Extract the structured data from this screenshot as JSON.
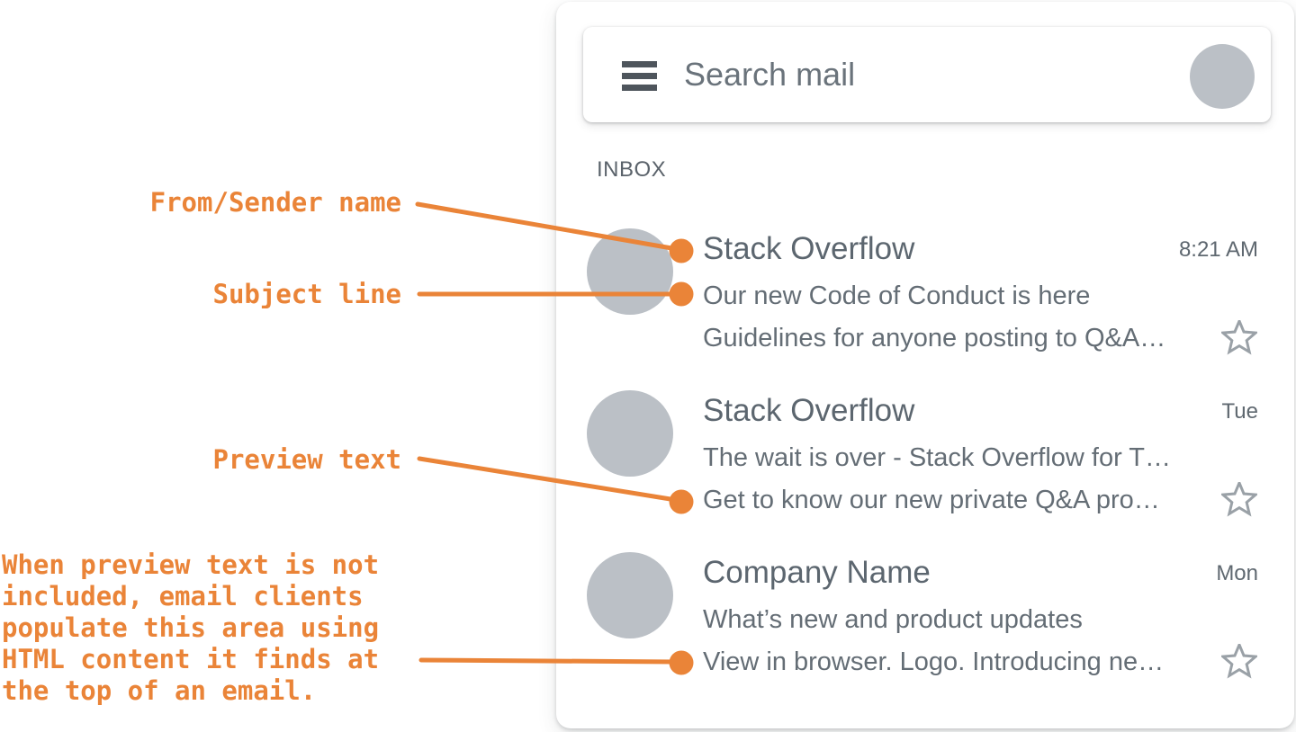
{
  "colors": {
    "accent_orange": "#EA8438",
    "avatar_gray": "#BBC0C6",
    "primary_text_gray": "#5C666F",
    "secondary_text_gray": "#646D75",
    "star_gray": "#9AA1A7"
  },
  "header": {
    "menu_icon": "hamburger-icon",
    "search_placeholder": "Search mail",
    "avatar_icon": "account-avatar"
  },
  "inbox": {
    "section_label": "INBOX",
    "emails": [
      {
        "sender": "Stack Overflow",
        "time": "8:21 AM",
        "subject": "Our new Code of Conduct is here",
        "preview": "Guidelines for anyone posting to Q&A…"
      },
      {
        "sender": "Stack Overflow",
        "time": "Tue",
        "subject": "The wait is over - Stack Overflow for T…",
        "preview": "Get to know our new private Q&A pro…"
      },
      {
        "sender": "Company Name",
        "time": "Mon",
        "subject": "What’s new and product updates",
        "preview": "View in browser. Logo. Introducing ne…"
      }
    ]
  },
  "annotations": {
    "sender_label": "From/Sender name",
    "subject_label": "Subject line",
    "preview_label": "Preview text",
    "note": "When preview text is not\nincluded, email clients\npopulate this area using\nHTML content it finds at\nthe top of an email."
  }
}
